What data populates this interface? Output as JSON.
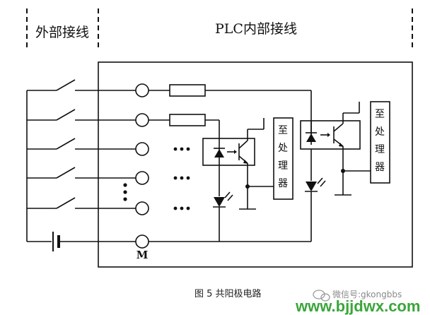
{
  "header": {
    "external_label": "外部接线",
    "plc_label": "PLC内部接线"
  },
  "processor_label": "至处理器",
  "common_terminal_label": "M",
  "caption": "图 5  共阳极电路",
  "watermark": {
    "wechat": "微信号:gkongbbs",
    "site": "www.bjjdwx.com"
  }
}
